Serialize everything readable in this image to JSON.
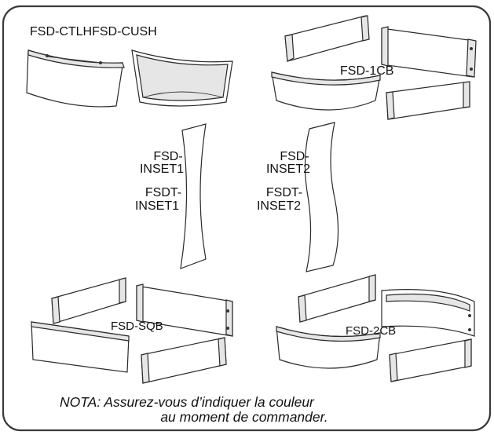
{
  "labels": {
    "cushion": "FSD-CTLHFSD-CUSH",
    "one_cb": "FSD-1CB",
    "inset1_a1": "FSD-",
    "inset1_a2": "INSET1",
    "inset1_b1": "FSDT-",
    "inset1_b2": "INSET1",
    "inset2_a1": "FSD-",
    "inset2_a2": "INSET2",
    "inset2_b1": "FSDT-",
    "inset2_b2": "INSET2",
    "sqb": "FSD-SQB",
    "two_cb": "FSD-2CB"
  },
  "note": {
    "line1": "NOTA: Assurez-vous d’indiquer la couleur",
    "line2": "au moment de commander."
  },
  "colors": {
    "outline": "#2a2a2a",
    "panel_shade": "#e6e6e6",
    "frame": "#3a3a3a"
  }
}
